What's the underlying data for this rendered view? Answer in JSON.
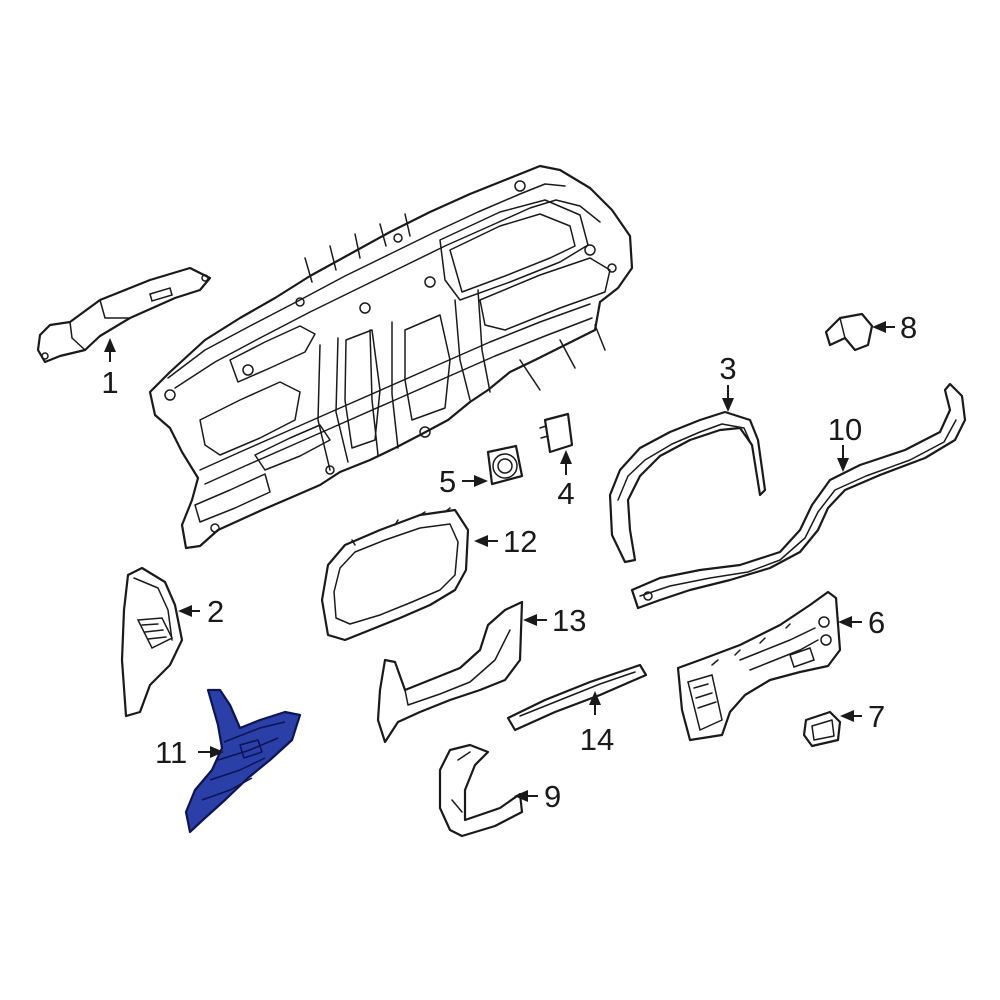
{
  "diagram": {
    "highlight_color": "#2a3fa8",
    "outline_color": "#1a1a1a",
    "callouts": [
      "1",
      "2",
      "3",
      "4",
      "5",
      "6",
      "7",
      "8",
      "9",
      "10",
      "11",
      "12",
      "13",
      "14"
    ]
  }
}
